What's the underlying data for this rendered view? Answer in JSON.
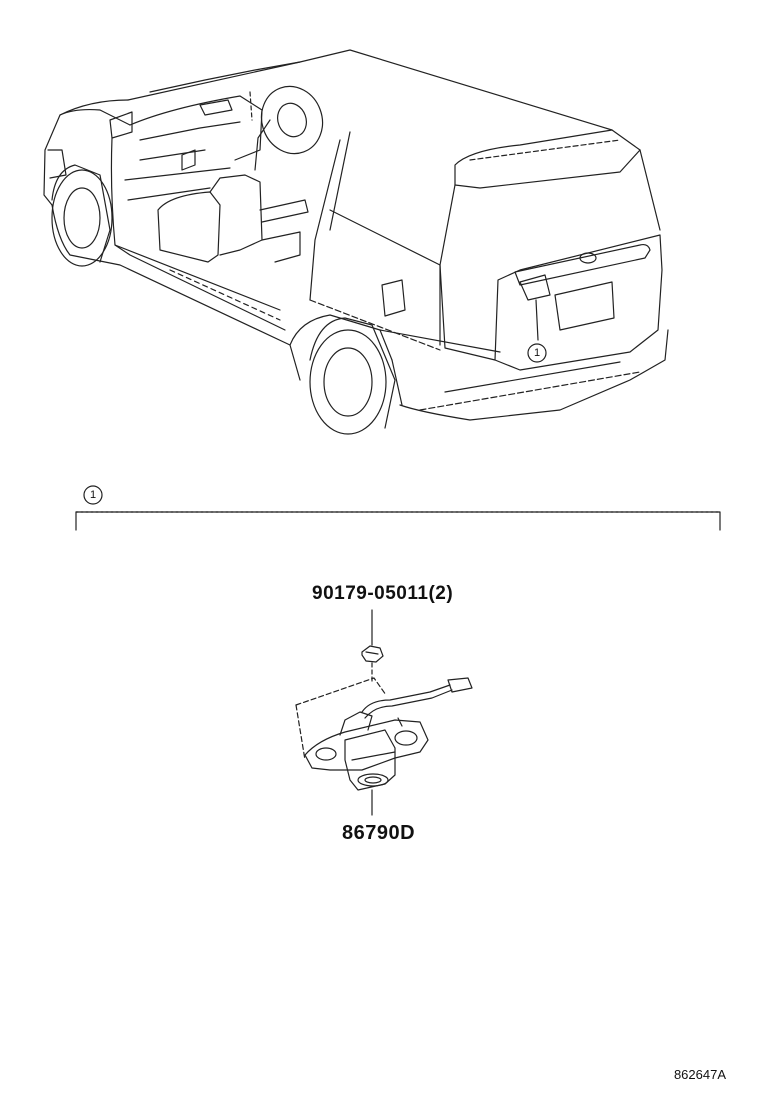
{
  "diagram": {
    "callouts": {
      "vehicle": "1",
      "section": "1"
    },
    "parts": {
      "fastener": "90179-05011(2)",
      "camera": "86790D"
    },
    "reference_id": "862647A"
  }
}
